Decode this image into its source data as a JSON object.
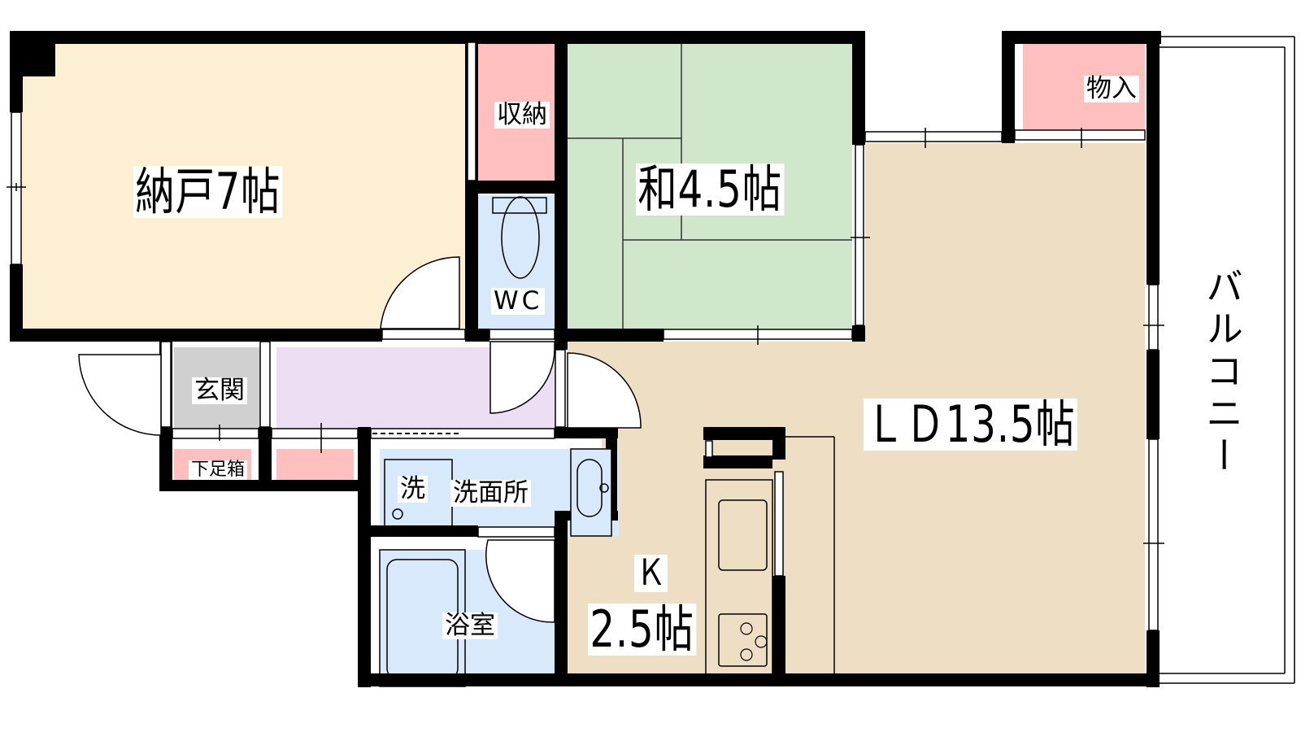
{
  "plan": {
    "type": "apartment floor plan",
    "colors": {
      "storage_room_fill": "#fdf0d2",
      "closet_fill": "#ffbfbf",
      "tatami_fill": "#d1e7cc",
      "ldk_fill": "#eedec4",
      "wet_area_fill": "#d8e9fc",
      "hallway_fill": "#ecdff3",
      "entrance_fill": "#d0d0d0",
      "wall": "#000000"
    },
    "rooms": {
      "nando": {
        "label": "納戸7帖",
        "type": "storage room",
        "size_jo": 7
      },
      "shuno": {
        "label": "収納"
      },
      "wc": {
        "label": "WC"
      },
      "washitsu": {
        "label": "和4.5帖",
        "type": "japanese tatami room",
        "size_jo": 4.5
      },
      "monoire": {
        "label": "物入"
      },
      "ld": {
        "label": "ＬＤ13.5帖",
        "type": "living dining",
        "size_jo": 13.5
      },
      "k": {
        "label_line1": "Ｋ",
        "label_line2": "2.5帖",
        "type": "kitchen",
        "size_jo": 2.5
      },
      "genkan": {
        "label": "玄関"
      },
      "getabako": {
        "label": "下足箱"
      },
      "senmenjo": {
        "label": "洗面所"
      },
      "sentakuki": {
        "label": "洗"
      },
      "yokushitsu": {
        "label": "浴室"
      },
      "balcony": {
        "label": "バルコニー"
      }
    }
  }
}
